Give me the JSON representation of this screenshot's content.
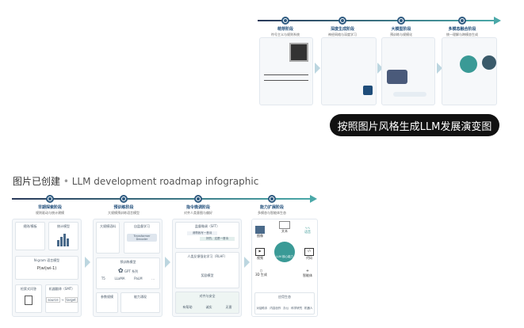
{
  "thumbnail": {
    "stages": [
      {
        "title": "萌芽阶段",
        "subtitle": "符号主义与规则系统"
      },
      {
        "title": "深度生成阶段",
        "subtitle": "神经网络与深度学习"
      },
      {
        "title": "大模型阶段",
        "subtitle": "预训练与规模化"
      },
      {
        "title": "多模态融合阶段",
        "subtitle": "统一理解与跨模态生成"
      }
    ]
  },
  "prompt_button": {
    "label": "按照图片风格生成LLM发展演变图"
  },
  "result": {
    "status": "图片已创建",
    "separator": "•",
    "title": "LLM development roadmap infographic"
  },
  "infographic": {
    "stages": [
      {
        "title": "早期探索阶段",
        "subtitle": "规则驱动与统计建模"
      },
      {
        "title": "预训练阶段",
        "subtitle": "大规模预训练语言模型"
      },
      {
        "title": "指令微调阶段",
        "subtitle": "对齐人类意图与偏好"
      },
      {
        "title": "能力扩展阶段",
        "subtitle": "多模态与智能体生态"
      }
    ],
    "p1": {
      "a": "规则/模板",
      "b": "统计模型",
      "c": "N-gram 语言模型",
      "formula": "P(wi|wi-1)",
      "d": "检索式问答",
      "e": "机器翻译（SMT）",
      "f": "source",
      "g": "target"
    },
    "p2": {
      "a": "大规模语料",
      "b": "自监督学习",
      "c": "Transformer Decoder",
      "d": "预训练模型",
      "e": "GPT 系列",
      "models": [
        "T5",
        "LLaMA",
        "PaLM",
        "…"
      ],
      "f": "参数规模",
      "g": "能力涌现"
    },
    "p3": {
      "a": "监督微调（SFT）",
      "b": "请帮我写一首诗",
      "c": "好的，这是一首诗",
      "d": "人类反馈强化学习（RLHF）",
      "e": "奖励模型",
      "f": "对齐与安全",
      "g": [
        "有帮助",
        "诚实",
        "无害"
      ]
    },
    "p4": {
      "hub": "LLM 核心能力",
      "items": [
        "图像",
        "文本",
        "语音",
        "视频",
        "代码",
        "3D 生成",
        "智能体"
      ],
      "apps_title": "应用生态",
      "apps": [
        "对话助手",
        "内容创作",
        "办公",
        "科学研究",
        "机器人"
      ]
    }
  }
}
